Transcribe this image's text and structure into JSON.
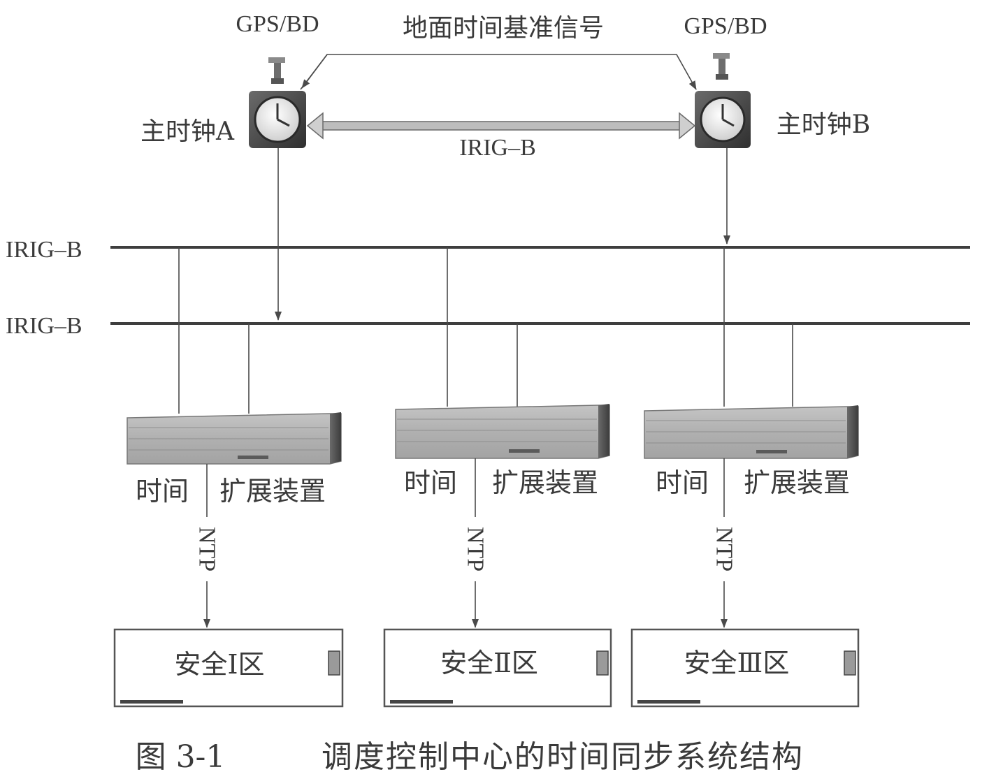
{
  "top": {
    "gps_left": "GPS/BD",
    "gps_right": "GPS/BD",
    "ground_signal": "地面时间基准信号"
  },
  "clocks": {
    "master_a": "主时钟A",
    "master_b": "主时钟B",
    "link_label": "IRIG–B"
  },
  "buses": [
    {
      "label": "IRIG–B"
    },
    {
      "label": "IRIG–B"
    }
  ],
  "units": [
    {
      "left_label": "时间",
      "right_label": "扩展装置",
      "ntp": "NTP",
      "zone": "安全Ⅰ区"
    },
    {
      "left_label": "时间",
      "right_label": "扩展装置",
      "ntp": "NTP",
      "zone": "安全Ⅱ区"
    },
    {
      "left_label": "时间",
      "right_label": "扩展装置",
      "ntp": "NTP",
      "zone": "安全Ⅲ区"
    }
  ],
  "caption": {
    "number": "图 3-1",
    "title": "调度控制中心的时间同步系统结构"
  }
}
